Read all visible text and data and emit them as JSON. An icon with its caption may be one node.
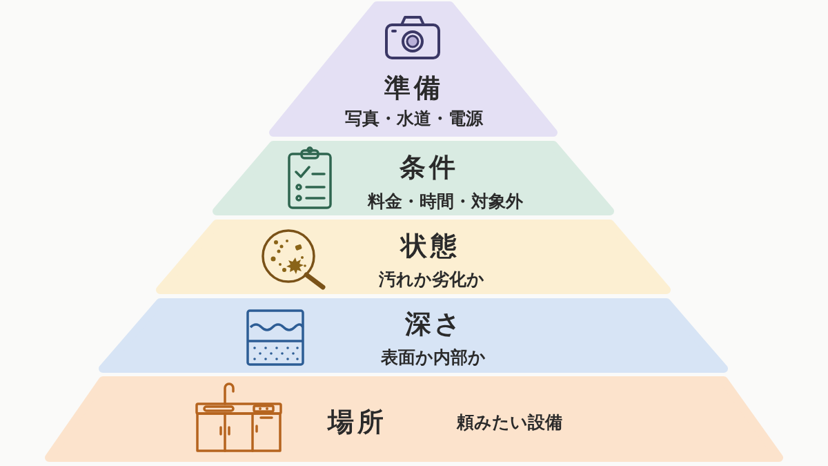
{
  "diagram": {
    "nodes": [
      {
        "text": [
          "準備",
          "写真・水道・電源"
        ]
      },
      {
        "text": [
          "条件",
          "料金・時間・対象外"
        ]
      },
      {
        "text": [
          "状態",
          "汚れか劣化か"
        ]
      },
      {
        "text": [
          "深さ",
          "表面か内部か"
        ]
      },
      {
        "text": [
          "場所",
          "頼みたい設備"
        ]
      }
    ]
  }
}
